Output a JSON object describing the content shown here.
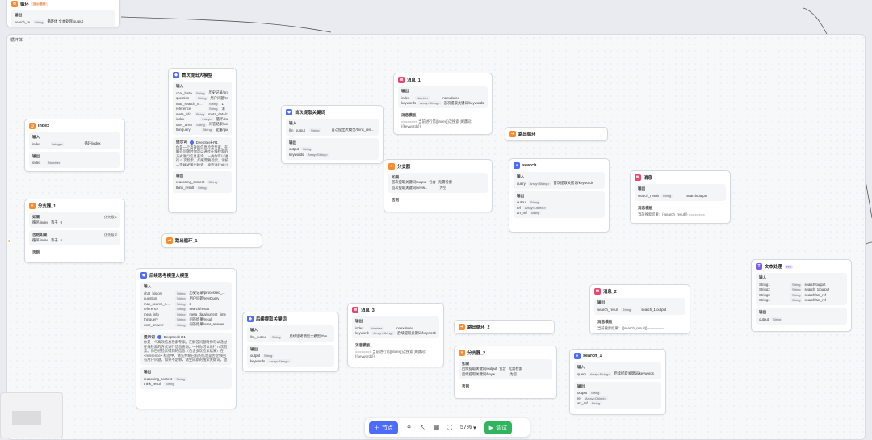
{
  "top_node": {
    "title": "循环",
    "badge": "显示循环",
    "section": "输出",
    "key": "search_re...",
    "type": "String",
    "value": "循环体  文本处理/output"
  },
  "loop": {
    "label": "循环体"
  },
  "index": {
    "title": "index",
    "in": "输入",
    "in_key": "index",
    "in_type": "Integer",
    "in_val": "循环/index",
    "out": "输出",
    "out_key": "index",
    "out_type": "Number"
  },
  "branch1": {
    "title": "分支器_1",
    "if": "如果",
    "if_k": "循环/index",
    "if_op": "等于",
    "if_v": "0",
    "br1": "优先级 1",
    "elif": "否则如果",
    "elif_k": "循环/index",
    "elif_op": "等于",
    "elif_v": "5",
    "br2": "优先级 2",
    "else": "否则"
  },
  "big1": {
    "title": "首次提出大模型",
    "in": "输入",
    "rows": [
      [
        "chat_history",
        "String",
        "历史记录/processed_..."
      ],
      [
        "question",
        "String",
        "用户问题/rewQuery"
      ],
      [
        "max_search_n...",
        "String",
        "1"
      ],
      [
        "reference",
        "String",
        "清"
      ],
      [
        "meta_info",
        "String",
        "meta_data/current_time"
      ],
      [
        "index",
        "Integer",
        "循环/index"
      ],
      [
        "user_answer",
        "String",
        "问答结果/user_answer"
      ],
      [
        "thinquery",
        "String",
        "变量/query"
      ]
    ],
    "prompt": "提示词",
    "model": "DeepSeek-R1",
    "ptext": "你是一个高效的信息检索专家。在解答问题时你可以通过在线检索的方式进行信息查询。一共你可以进行 n 次检索，如果需要检索，请按一定格式输出检索，搜索进行中以检索的内容按格式放在 <search> 标签中，检索结束后方可回答用户的问题（也就是不再检索）。请在 1 到 n 次之间搜索完成。",
    "out": "输出",
    "o1": "reasoning_content",
    "o1t": "String",
    "o2": "think_result",
    "o2t": "String"
  },
  "extract1": {
    "title": "首次提取关键词",
    "in": "输入",
    "k": "llm_output",
    "t": "String",
    "v": "首次提出大模型/think_res...",
    "out": "输出",
    "o1": "output",
    "o1t": "String",
    "o2": "keywords",
    "o2t": "Array<String>"
  },
  "msg1": {
    "title": "消息_1",
    "sec": "输出",
    "r1k": "index",
    "r1t": "Number",
    "r1v": "index/index",
    "r2k": "keywords",
    "r2t": "Array<String>",
    "r2v": "首次提取关键词/keywords",
    "body": "消息模板",
    "t1": "======== 当前进行第{{index}}次搜索 关键词：",
    "t2": "{{keywords}}"
  },
  "jump1": {
    "title": "跳出循环"
  },
  "branch2": {
    "title": "分支器",
    "if": "如果",
    "c1": "首次提取关键词/output",
    "c1op": "包含",
    "c1v": "无需检索",
    "c2": "首次提取关键词/keyw...",
    "c2v": "为空",
    "else": "否则"
  },
  "search": {
    "title": "search",
    "in": "输入",
    "k": "query",
    "t": "Array<String>",
    "v": "首次提取关键词/keywords",
    "out": "输出",
    "o1": "output",
    "o1t": "String",
    "o2": "ref",
    "o2t": "Array<Object>",
    "o3": "arr_ref",
    "o3t": "String"
  },
  "msg0": {
    "title": "消息",
    "sec": "输出",
    "k": "search_result",
    "t": "String",
    "v": "search/output",
    "body": "消息模板",
    "t1": "当前搜索结果：{{search_result}} ========"
  },
  "jumpA": {
    "title": "跳出循环_1"
  },
  "big2": {
    "title": "后续思考模型大模型",
    "in": "输入",
    "rows": [
      [
        "chat_history",
        "String",
        "历史记录/processed_..."
      ],
      [
        "question",
        "String",
        "用户问题/rewQuery"
      ],
      [
        "max_search_n...",
        "String",
        "3"
      ],
      [
        "reference",
        "String",
        "search/result"
      ],
      [
        "meta_info",
        "String",
        "meta_data/current_time"
      ],
      [
        "thinquery",
        "String",
        "问答结果/result"
      ],
      [
        "user_answer",
        "String",
        "问答结果/user_answer"
      ]
    ],
    "prompt": "提示词",
    "model": "DeepSeek-R1",
    "ptext": "你是一个高效信息检索专家。在解答问题时你可以通过在线检索的方式进行信息查询。一共你可以进行 n 次检索。你已经检索得到的信息（包含多次检索结果）在 <reference> 标签中。请先判断已有的信息是否足够回答用户问题，如果不足够，请生成新的搜索关键词，放在 <search> 标签中...",
    "out": "输出",
    "o1": "reasoning_content",
    "o1t": "String",
    "o2": "think_result",
    "o2t": "String"
  },
  "extract2": {
    "title": "后续提取关键词",
    "in": "输入",
    "k": "llm_output",
    "t": "String",
    "v": "后续思考模型大模型/thin...",
    "out": "输出",
    "o1": "output",
    "o1t": "String",
    "o2": "keywords",
    "o2t": "Array<String>"
  },
  "msg3": {
    "title": "消息_3",
    "sec": "输出",
    "r1k": "index",
    "r1t": "Number",
    "r1v": "index/index",
    "r2k": "keywords",
    "r2t": "Array<String>",
    "r2v": "后续提取关键词/keywords",
    "body": "消息模板",
    "t1": "======== 当前进行第{{index}}次搜索 关键词：",
    "t2": "{{keywords}}"
  },
  "jump2": {
    "title": "跳出循环_2"
  },
  "branch3": {
    "title": "分支器_2",
    "if": "如果",
    "c1": "后续提取关键词/output",
    "c1op": "包含",
    "c1v": "无需检索",
    "c2": "后续提取关键词/keyw...",
    "c2v": "为空",
    "else": "否则"
  },
  "search1": {
    "title": "search_1",
    "in": "输入",
    "k": "query",
    "t": "Array<String>",
    "v": "后续提取关键词/keywords",
    "out": "输出",
    "o1": "output",
    "o1t": "String",
    "o2": "ref",
    "o2t": "Array<Object>",
    "o3": "arr_ref",
    "o3t": "String"
  },
  "msg2": {
    "title": "消息_2",
    "sec": "输出",
    "k": "search_result",
    "t": "String",
    "v": "search_1/output",
    "body": "消息模板",
    "t1": "当前搜索结果：{{search_result}} ========"
  },
  "textproc": {
    "title": "文本处理",
    "badge": "Pro",
    "in": "输入",
    "rows": [
      [
        "String1",
        "String",
        "search/output"
      ],
      [
        "String2",
        "String",
        "search_1/output"
      ],
      [
        "String3",
        "String",
        "search/arr_ref"
      ],
      [
        "String4",
        "String",
        "search/arr_ref"
      ]
    ],
    "out": "输出",
    "ok": "output",
    "ot": "String"
  },
  "toolbar": {
    "node": "节点",
    "zoom": "57%",
    "debug": "调试"
  }
}
